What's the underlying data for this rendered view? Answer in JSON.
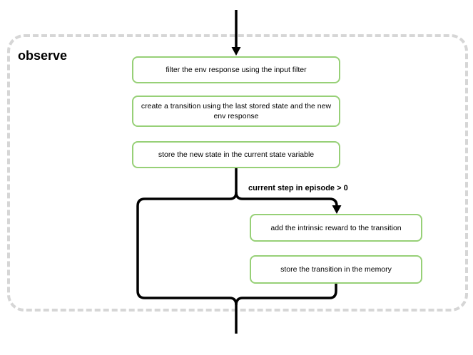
{
  "container": {
    "title": "observe"
  },
  "nodes": [
    {
      "label": "filter the env response using the input filter"
    },
    {
      "label": "create a transition using the last stored state and the new env response"
    },
    {
      "label": "store the new state in the current state variable"
    },
    {
      "label": "add the intrinsic reward to the transition"
    },
    {
      "label": "store the transition in the memory"
    }
  ],
  "edges": {
    "condition_label": "current step in episode > 0"
  },
  "colors": {
    "node_border": "#97d077",
    "node_fill": "#ffffff",
    "container_border": "#d6d6d6",
    "line": "#000000",
    "text": "#000000",
    "background": "#ffffff"
  }
}
